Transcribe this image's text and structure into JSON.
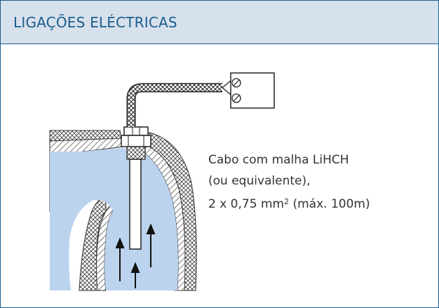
{
  "header": {
    "title": "LIGAÇÕES ELÉCTRICAS"
  },
  "description": {
    "line1": "Cabo com malha  LiHCH",
    "line2": "(ou equivalente),",
    "line3_pre": "2 x 0,75 mm",
    "line3_sup": "2",
    "line3_post": " (máx. 100m)"
  },
  "colors": {
    "accent": "#1c5d8c",
    "header_bg": "#d7e1ec",
    "fluid": "#bcd3ee",
    "text": "#333333"
  }
}
